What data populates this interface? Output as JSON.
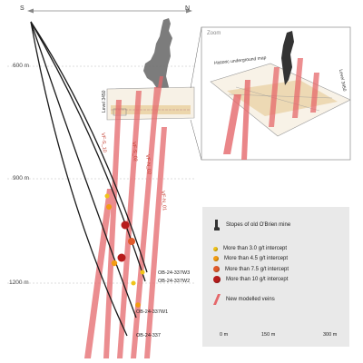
{
  "compass": {
    "south": "S",
    "north": "N"
  },
  "depths": [
    "600 m",
    "900 m",
    "1200 m"
  ],
  "level_label": "Level 3450",
  "veins": [
    "VF-S_10",
    "VF-S_02",
    "VF-N_02",
    "VF-N_01"
  ],
  "drill_holes": [
    "OB-24-337W3",
    "OB-24-337W2",
    "OB-24-337W1",
    "OB-24-337"
  ],
  "zoom": {
    "title": "Zoom",
    "map_label": "Historic underground map",
    "level_label": "Level 3450"
  },
  "legend": {
    "stopes": "Stopes of old O'Brien mine",
    "g3": "More than 3.0 g/t intercept",
    "g45": "More than 4.5 g/t intercept",
    "g75": "More than 7.5 g/t intercept",
    "g10": "More than 10 g/t intercept",
    "veins": "New modelled veins"
  },
  "scale": {
    "labels": [
      "0 m",
      "150 m",
      "300 m"
    ]
  },
  "colors": {
    "g3": "#f0c419",
    "g45": "#f39c12",
    "g75": "#e05a2b",
    "g10": "#b71c1c",
    "vein": "#e5686b",
    "hole": "#1a1a1a",
    "legend_bg": "#e9e9e9"
  }
}
